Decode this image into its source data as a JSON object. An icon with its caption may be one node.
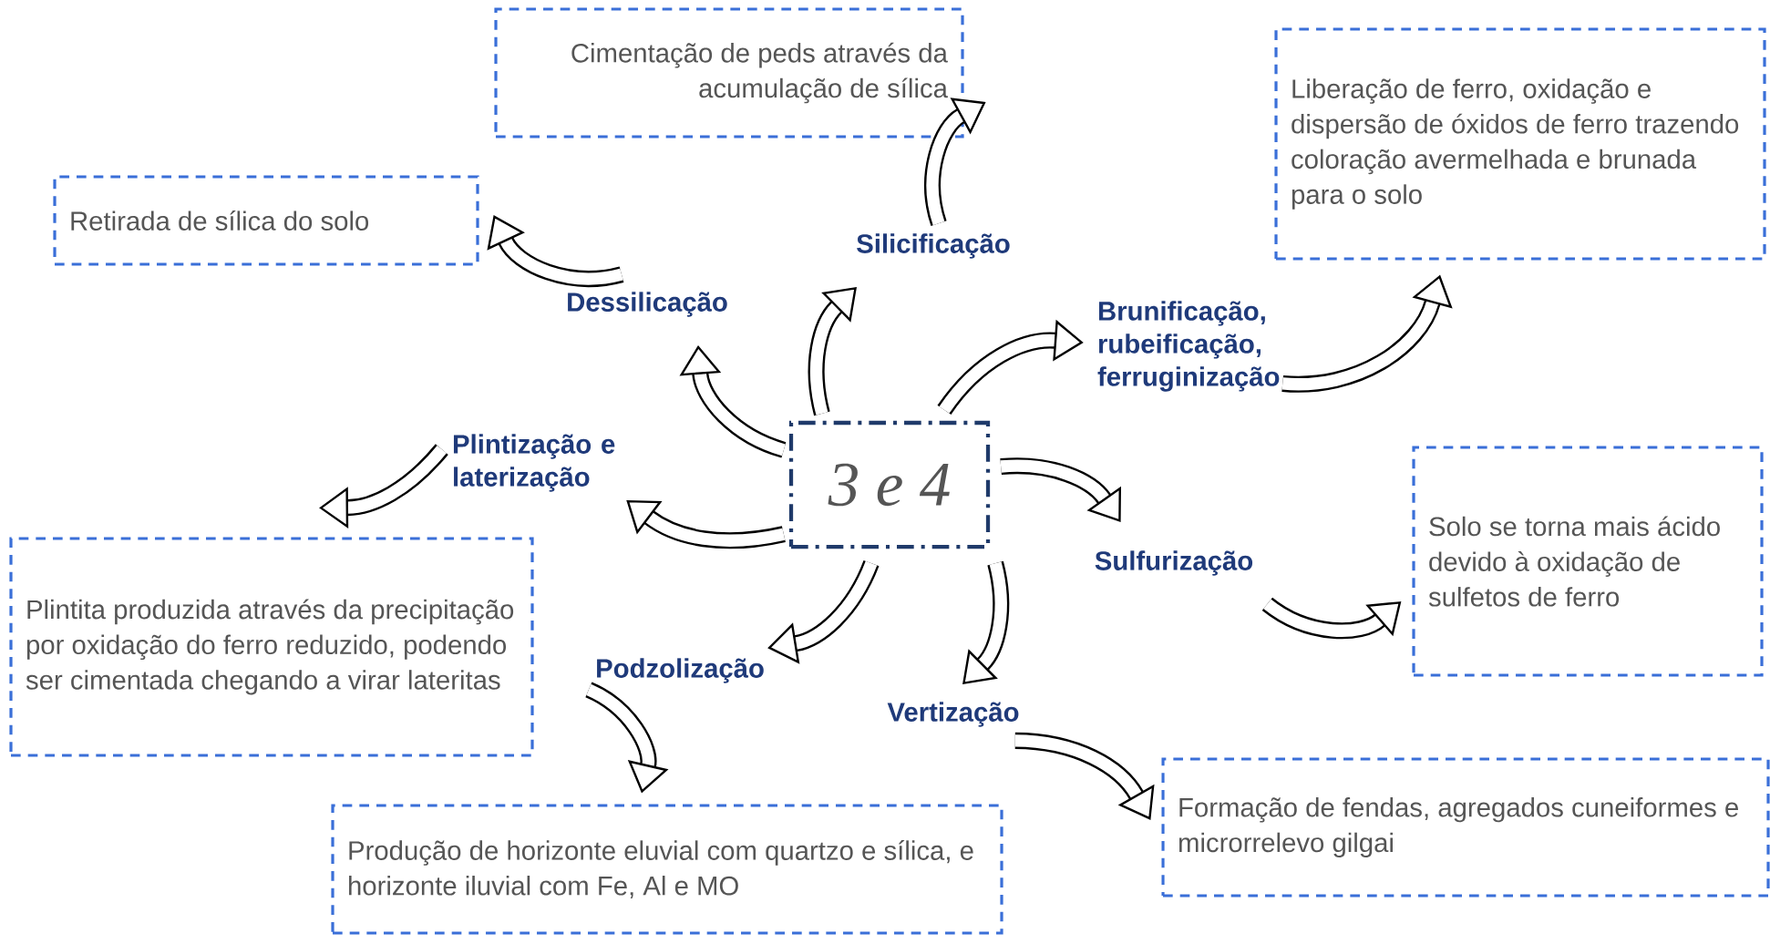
{
  "diagram": {
    "nodes": [
      {
        "text": [
          "3 e 4"
        ]
      },
      {
        "text": [
          "Silicificação"
        ]
      },
      {
        "text": [
          "Dessilicação"
        ]
      },
      {
        "text": [
          "Plintização e laterização"
        ]
      },
      {
        "text": [
          "Podzolização"
        ]
      },
      {
        "text": [
          "Vertização"
        ]
      },
      {
        "text": [
          "Sulfurização"
        ]
      },
      {
        "text": [
          "Brunificação, rubeificação, ferruginização"
        ]
      },
      {
        "text": [
          "Cimentação de peds através da acumulação de sílica"
        ]
      },
      {
        "text": [
          "Retirada de sílica do solo"
        ]
      },
      {
        "text": [
          "Plintita produzida através da precipitação por oxidação do ferro reduzido, podendo ser cimentada chegando a virar lateritas"
        ]
      },
      {
        "text": [
          "Produção de horizonte eluvial com quartzo e sílica, e horizonte iluvial com Fe, Al e MO"
        ]
      },
      {
        "text": [
          "Formação de fendas, agregados cuneiformes e microrrelevo gilgai"
        ]
      },
      {
        "text": [
          "Solo se torna mais ácido devido à oxidação de sulfetos de ferro"
        ]
      },
      {
        "text": [
          "Liberação de ferro, oxidação e dispersão de óxidos de ferro trazendo coloração avermelhada e brunada para o solo"
        ]
      }
    ],
    "edges": [
      {
        "from": 0,
        "to": 1,
        "arrow": "to"
      },
      {
        "from": 0,
        "to": 2,
        "arrow": "to"
      },
      {
        "from": 0,
        "to": 3,
        "arrow": "to"
      },
      {
        "from": 0,
        "to": 4,
        "arrow": "to"
      },
      {
        "from": 0,
        "to": 5,
        "arrow": "to"
      },
      {
        "from": 0,
        "to": 6,
        "arrow": "to"
      },
      {
        "from": 0,
        "to": 7,
        "arrow": "to"
      },
      {
        "from": 1,
        "to": 8,
        "arrow": "to"
      },
      {
        "from": 2,
        "to": 9,
        "arrow": "to"
      },
      {
        "from": 3,
        "to": 10,
        "arrow": "to"
      },
      {
        "from": 4,
        "to": 11,
        "arrow": "to"
      },
      {
        "from": 5,
        "to": 12,
        "arrow": "to"
      },
      {
        "from": 6,
        "to": 13,
        "arrow": "to"
      },
      {
        "from": 7,
        "to": 14,
        "arrow": "to"
      }
    ]
  }
}
